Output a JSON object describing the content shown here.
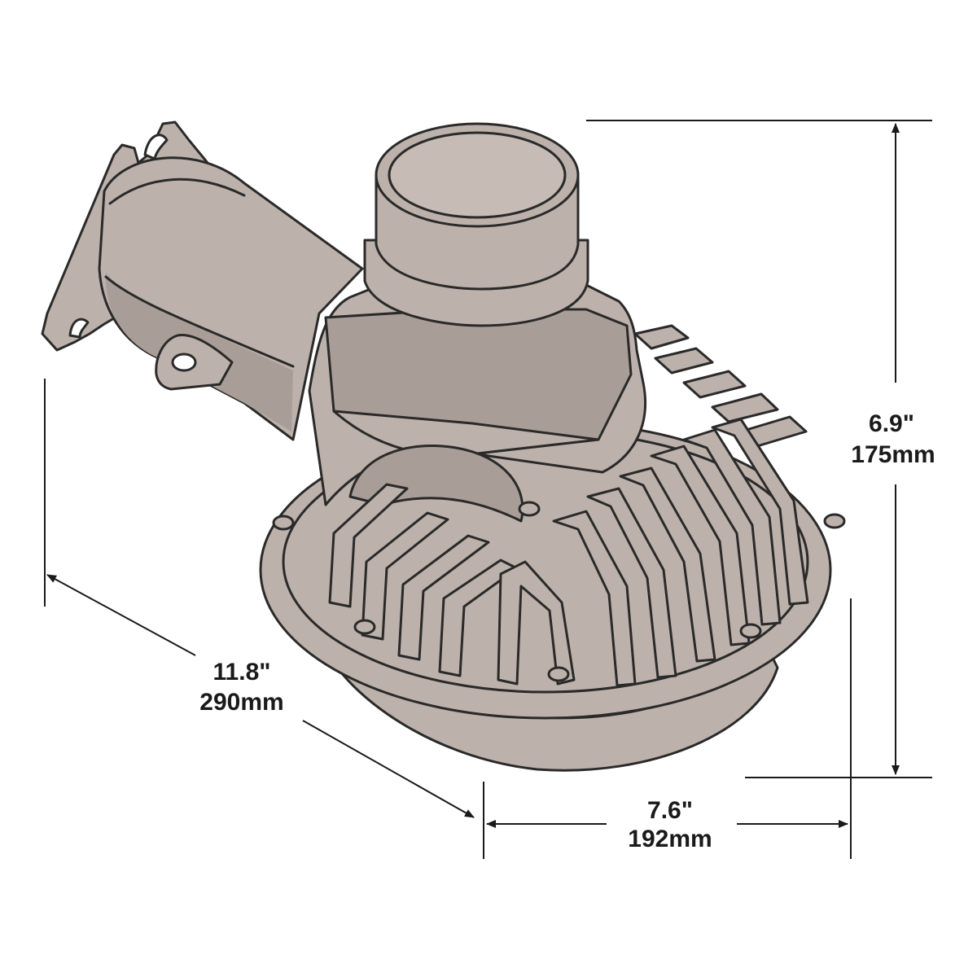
{
  "dimensions": {
    "depth": {
      "imperial": "11.8\"",
      "metric": "290mm"
    },
    "height": {
      "imperial": "6.9\"",
      "metric": "175mm"
    },
    "width": {
      "imperial": "7.6\"",
      "metric": "192mm"
    }
  },
  "colors": {
    "line": "#2a2a2a",
    "body_fill": "#bdb2ab",
    "shadow_fill": "#a99e97",
    "text": "#1a1a1a",
    "background": "#ffffff"
  }
}
